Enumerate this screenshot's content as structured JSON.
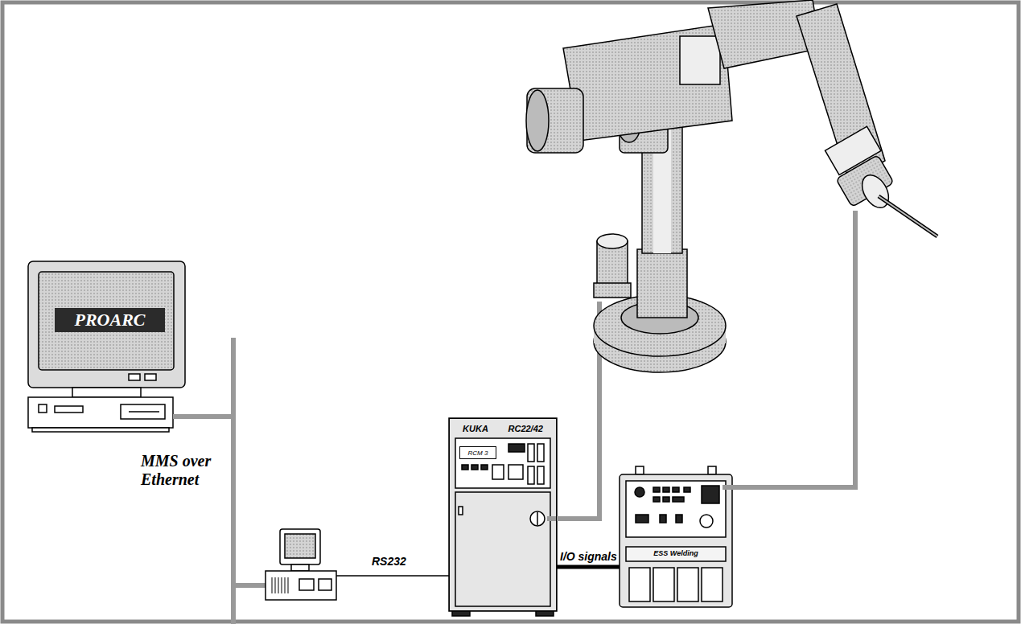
{
  "diagram": {
    "nodes": [
      {
        "text": [
          "PROARC"
        ]
      },
      {
        "text": [
          "KUKA RC22/42"
        ]
      },
      {
        "text": [
          "RCM 3"
        ],
        "in": 1
      },
      {
        "text": [
          "ESS Welding"
        ]
      }
    ],
    "edges": [
      {
        "from": 1,
        "to": 3,
        "label": "I/O signals",
        "arrow": "none"
      }
    ],
    "labels": [
      "MMS over Ethernet",
      "RS232"
    ]
  }
}
